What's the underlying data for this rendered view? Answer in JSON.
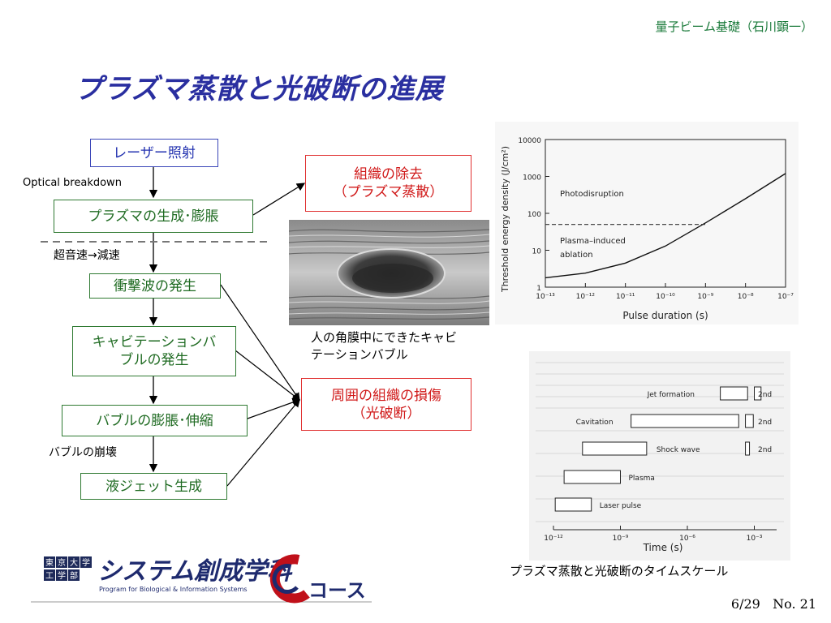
{
  "header": {
    "course": "量子ビーム基礎（石川顕一）"
  },
  "title": "プラズマ蒸散と光破断の進展",
  "flow": {
    "laser": "レーザー照射",
    "optical_breakdown": "Optical breakdown",
    "plasma": "プラズマの生成･膨脹",
    "supersonic": "超音速→減速",
    "shock": "衝撃波の発生",
    "cavitation_line1": "キャビテーションバ",
    "cavitation_line2": "ブルの発生",
    "bubble_exp": "バブルの膨脹･伸縮",
    "bubble_collapse": "バブルの崩壊",
    "jet": "液ジェット生成",
    "removal_line1": "組織の除去",
    "removal_line2": "（プラズマ蒸散）",
    "damage_line1": "周囲の組織の損傷",
    "damage_line2": "（光破断）"
  },
  "photo_caption": {
    "line1": "人の角膜中にできたキャビ",
    "line2": "テーションバブル"
  },
  "timescale_caption": "プラズマ蒸散と光破断のタイムスケール",
  "page": {
    "number": "6/29",
    "label": "No. 21"
  },
  "logo": {
    "chars": [
      "東",
      "京",
      "大",
      "学",
      "工",
      "学",
      "部"
    ],
    "main": "システム創成学科",
    "sub": "Program for Biological & Information Systems",
    "course": "コース"
  },
  "colors": {
    "title": "#2a2fa0",
    "header": "#1a7a3a",
    "blue_box": "#2433b0",
    "green_box": "#1f6b22",
    "red_box": "#d01818"
  },
  "chart_data": [
    {
      "type": "line",
      "xlabel": "Pulse duration (s)",
      "ylabel": "Threshold energy density (J/cm²)",
      "x_scale": "log",
      "y_scale": "log",
      "xlim": [
        1e-13,
        1e-07
      ],
      "ylim": [
        1,
        10000
      ],
      "x_ticks": [
        "10⁻¹³",
        "10⁻¹²",
        "10⁻¹¹",
        "10⁻¹⁰",
        "10⁻⁹",
        "10⁻⁸",
        "10⁻⁷"
      ],
      "y_ticks": [
        "1",
        "10",
        "100",
        "1000",
        "10000"
      ],
      "x": [
        1e-13,
        1e-12,
        1e-11,
        1e-10,
        1e-09,
        1e-08,
        1e-07
      ],
      "y": [
        1.8,
        2.4,
        4.5,
        13,
        55,
        250,
        1200
      ],
      "threshold_line": {
        "value": 50,
        "style": "dashed"
      },
      "annotations": [
        "Photodisruption",
        "Plasma–induced",
        "ablation"
      ]
    },
    {
      "type": "table",
      "xlabel": "Time (s)",
      "x_scale": "log",
      "xlim": [
        1e-12,
        0.01
      ],
      "x_ticks": [
        "10⁻¹²",
        "10⁻⁹",
        "10⁻⁶",
        "10⁻³"
      ],
      "rows": [
        {
          "label": "Jet formation",
          "start": 3e-05,
          "end": 0.0005,
          "extra": {
            "start": 0.001,
            "end": 0.002,
            "label": "2nd"
          }
        },
        {
          "label": "Cavitation",
          "start": 3e-09,
          "end": 0.0002,
          "extra": {
            "start": 0.0004,
            "end": 0.0009,
            "label": "2nd"
          }
        },
        {
          "label": "Shock wave",
          "start": 2e-11,
          "end": 1.5e-08,
          "extra": {
            "start": 0.0004,
            "end": 0.0006,
            "label": "2nd"
          }
        },
        {
          "label": "Plasma",
          "start": 3e-12,
          "end": 1e-09
        },
        {
          "label": "Laser pulse",
          "start": 1.2e-12,
          "end": 5e-11
        }
      ]
    }
  ]
}
